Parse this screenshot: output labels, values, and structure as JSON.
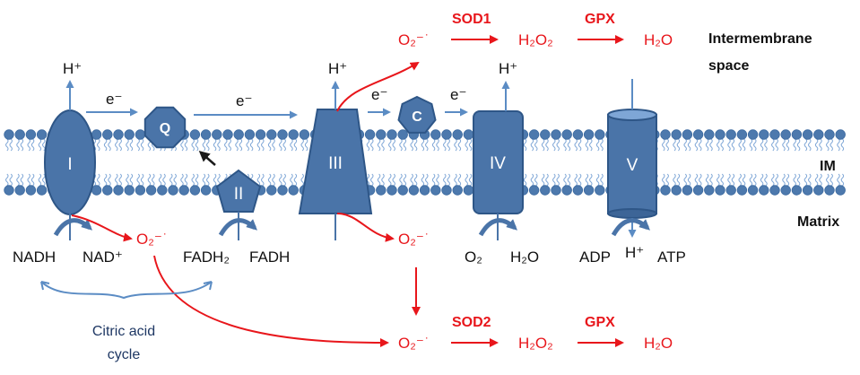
{
  "labels": {
    "hplus": "H⁺",
    "e_minus": "e⁻",
    "complex_I": "I",
    "complex_II": "II",
    "complex_III": "III",
    "complex_IV": "IV",
    "complex_V": "V",
    "ubiquinone": "Q",
    "cytochrome_c": "C",
    "intermembrane_space_line1": "Intermembrane",
    "intermembrane_space_line2": "space",
    "inner_membrane": "IM",
    "matrix": "Matrix",
    "nadh": "NADH",
    "nad_plus": "NAD⁺",
    "fadh2": "FADH₂",
    "fadh": "FADH",
    "o2": "O₂",
    "h2o": "H₂O",
    "adp": "ADP",
    "atp": "ATP",
    "citric_line1": "Citric acid",
    "citric_line2": "cycle"
  },
  "ros": {
    "superoxide": "O₂⁻",
    "superoxide_dot": "·",
    "sod1": "SOD1",
    "sod2": "SOD2",
    "gpx": "GPX",
    "h2o2": "H₂O₂",
    "h2o": "H₂O"
  },
  "colors": {
    "complex_fill": "#4a74a8",
    "complex_stroke": "#2e5687",
    "lipid_head": "#4d79ad",
    "arrow_blue": "#5b8cc4",
    "ros_red": "#e8161b",
    "text_black": "#111111"
  }
}
